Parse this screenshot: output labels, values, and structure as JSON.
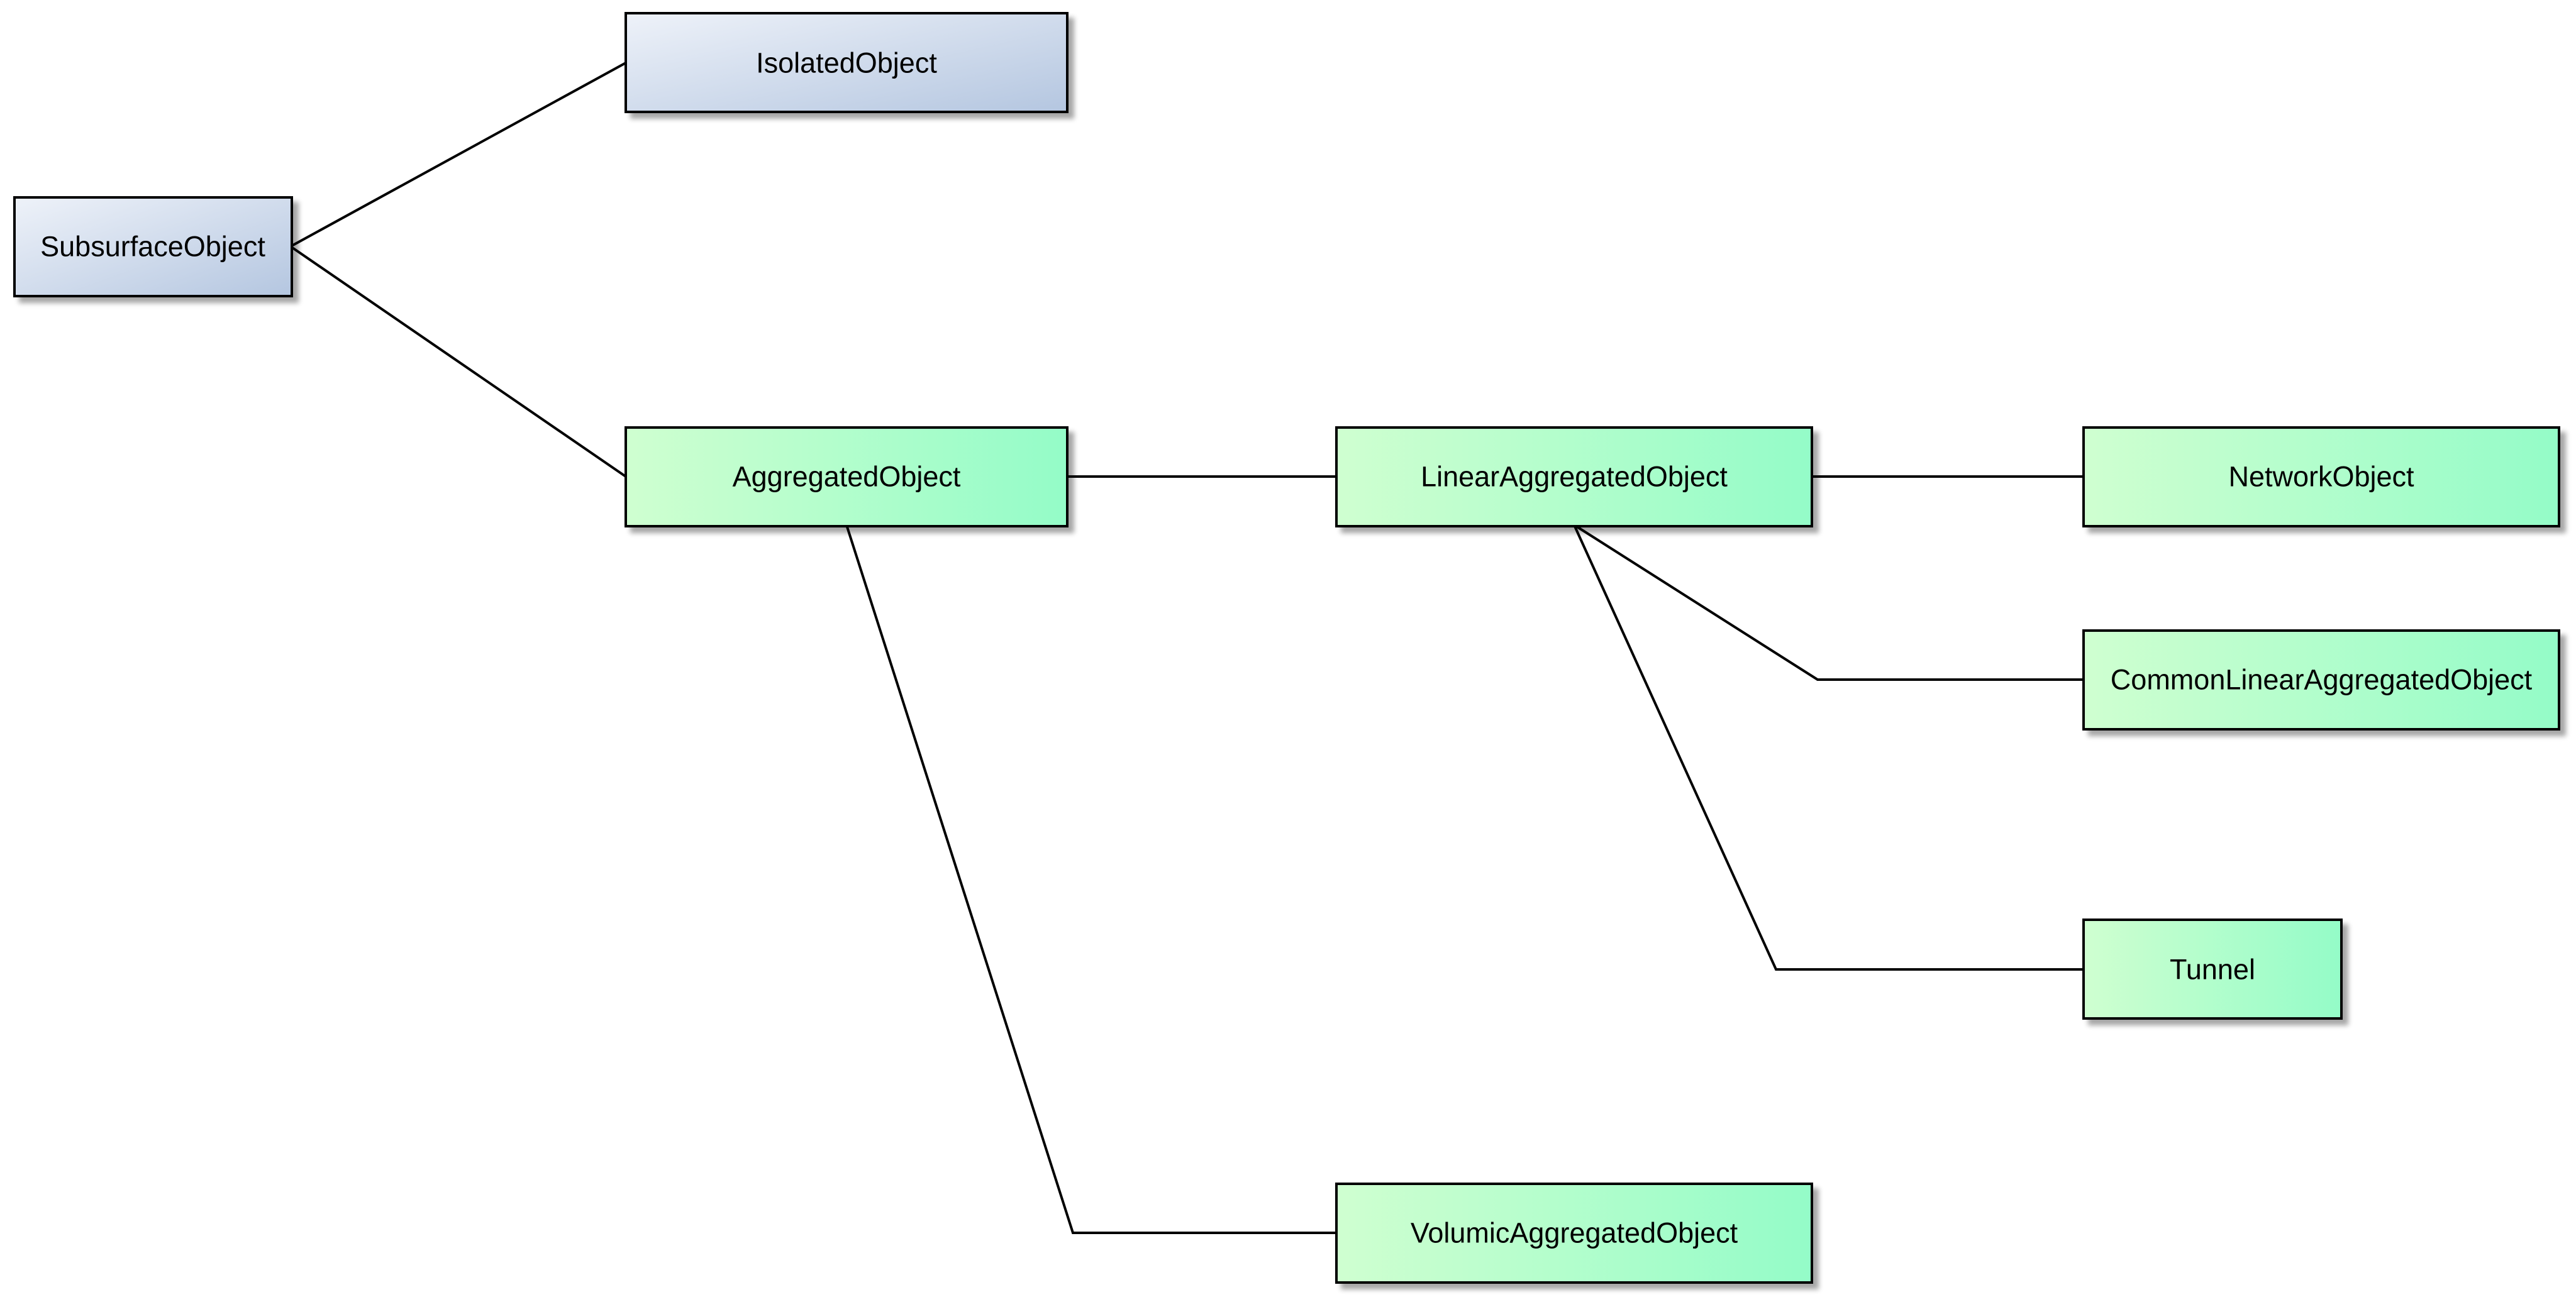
{
  "diagram": {
    "nodes": {
      "subsurface": {
        "label": "SubsurfaceObject"
      },
      "isolated": {
        "label": "IsolatedObject"
      },
      "aggregated": {
        "label": "AggregatedObject"
      },
      "linear_aggregated": {
        "label": "LinearAggregatedObject"
      },
      "network": {
        "label": "NetworkObject"
      },
      "common_linear_aggregated": {
        "label": "CommonLinearAggregatedObject"
      },
      "tunnel": {
        "label": "Tunnel"
      },
      "volumic_aggregated": {
        "label": "VolumicAggregatedObject"
      }
    },
    "edges": [
      {
        "from": "SubsurfaceObject",
        "to": "IsolatedObject"
      },
      {
        "from": "SubsurfaceObject",
        "to": "AggregatedObject"
      },
      {
        "from": "AggregatedObject",
        "to": "LinearAggregatedObject"
      },
      {
        "from": "AggregatedObject",
        "to": "VolumicAggregatedObject"
      },
      {
        "from": "LinearAggregatedObject",
        "to": "NetworkObject"
      },
      {
        "from": "LinearAggregatedObject",
        "to": "CommonLinearAggregatedObject"
      },
      {
        "from": "LinearAggregatedObject",
        "to": "Tunnel"
      }
    ],
    "colors": {
      "blue_gradient_start": "#eef2f9",
      "blue_gradient_end": "#b4c6e0",
      "green_gradient_start": "#cfffd0",
      "green_gradient_end": "#94fcc8",
      "line": "#000000",
      "shadow": "#999999"
    }
  }
}
